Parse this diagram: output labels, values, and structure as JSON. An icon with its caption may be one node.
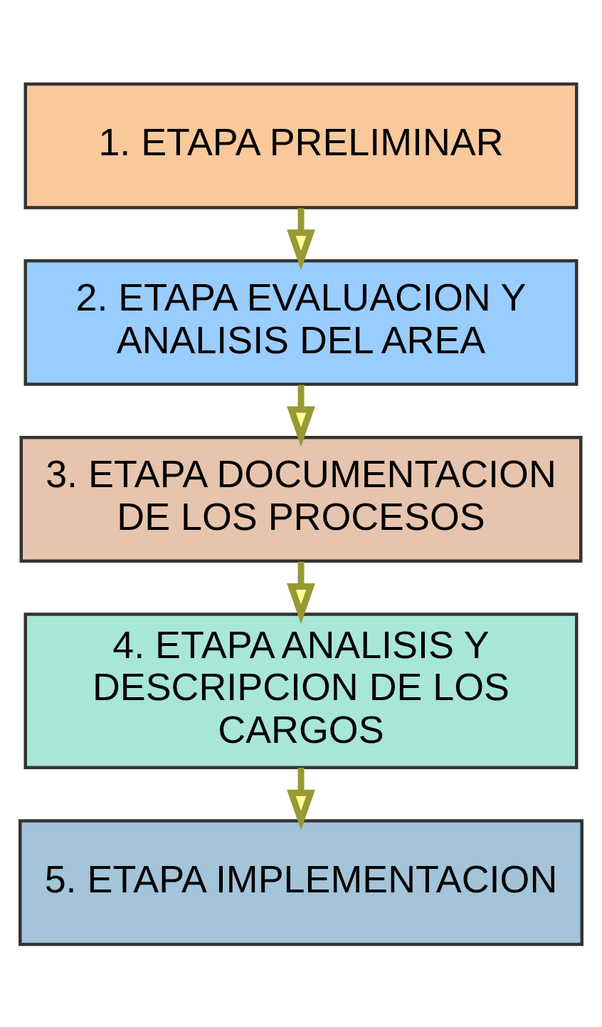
{
  "diagram": {
    "nodes": [
      {
        "text": [
          "1. ETAPA PRELIMINAR"
        ]
      },
      {
        "text": [
          "2. ETAPA EVALUACION Y ANALISIS DEL AREA"
        ]
      },
      {
        "text": [
          "3. ETAPA DOCUMENTACION DE LOS PROCESOS"
        ]
      },
      {
        "text": [
          "4. ETAPA ANALISIS Y DESCRIPCION DE LOS CARGOS"
        ]
      },
      {
        "text": [
          "5. ETAPA IMPLEMENTACION"
        ]
      }
    ],
    "edges": [
      {
        "from": 0,
        "to": 1,
        "arrow": "to"
      },
      {
        "from": 1,
        "to": 2,
        "arrow": "to"
      },
      {
        "from": 2,
        "to": 3,
        "arrow": "to"
      },
      {
        "from": 3,
        "to": 4,
        "arrow": "to"
      }
    ]
  }
}
